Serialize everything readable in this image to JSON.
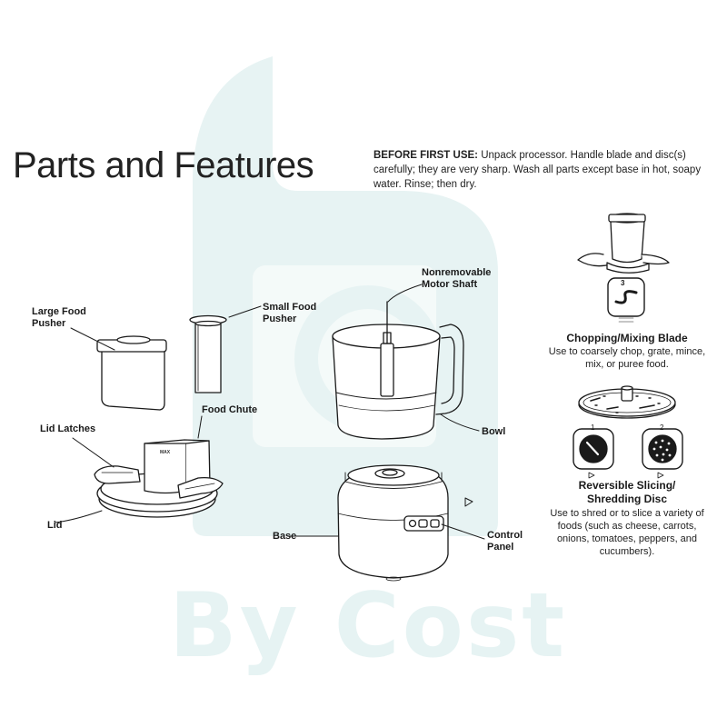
{
  "title": "Parts and Features",
  "intro": {
    "lead": "BEFORE FIRST USE:",
    "text": "Unpack processor. Handle blade and disc(s) carefully; they are very sharp. Wash all parts except base in hot, soapy water. Rinse; then dry."
  },
  "labels": {
    "large_food_pusher": "Large Food\nPusher",
    "small_food_pusher": "Small Food\nPusher",
    "nonremovable_motor_shaft": "Nonremovable\nMotor Shaft",
    "food_chute": "Food Chute",
    "lid_latches": "Lid Latches",
    "lid": "Lid",
    "bowl": "Bowl",
    "base": "Base",
    "control_panel": "Control\nPanel"
  },
  "chute_marking": "MAX",
  "blade": {
    "step_number": "3",
    "title": "Chopping/Mixing Blade",
    "description": "Use to coarsely chop, grate, mince, mix, or puree food."
  },
  "disc": {
    "side_1": "1",
    "side_2": "2",
    "title": "Reversible Slicing/\nShredding Disc",
    "description": "Use to shred or to slice a variety of foods (such as cheese, carrots, onions, tomatoes, peppers, and cucumbers)."
  },
  "watermark": {
    "text": "By Cost",
    "color": "#e6f3f3"
  }
}
